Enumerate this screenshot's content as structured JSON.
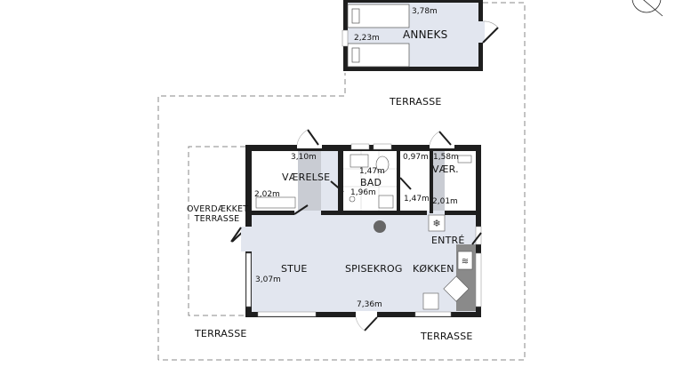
{
  "colors": {
    "wall": "#1e1e1e",
    "floor": "#e2e6ef",
    "hall": "#c9ccd3",
    "dashed": "#888888"
  },
  "icons": [
    "compass-icon",
    "freezer-icon",
    "sink-icon",
    "stove-icon",
    "dishwasher-icon",
    "toilet-icon",
    "bed-icon",
    "drain-icon"
  ],
  "annex": {
    "label": "ANNEKS",
    "dim_length": "3,78m",
    "dim_width": "2,23m"
  },
  "terraces": {
    "top": "TERRASSE",
    "bottom_left": "TERRASSE",
    "bottom_right": "TERRASSE",
    "covered": "OVERDÆKKET TERRASSE"
  },
  "rooms": {
    "vaerelse": {
      "label": "VÆRELSE",
      "dim_a": "3,10m",
      "dim_b": "2,02m"
    },
    "bad": {
      "label": "BAD",
      "dim_a": "1,47m",
      "dim_b": "1,96m"
    },
    "hall": {
      "dim_a": "0,97m",
      "dim_b": "1,47m"
    },
    "vaer": {
      "label": "VÆR.",
      "dim_a": "1,58m",
      "dim_b": "2,01m"
    },
    "entre": {
      "label": "ENTRÉ"
    },
    "stue": {
      "label": "STUE",
      "dim": "3,07m"
    },
    "spisekrog": {
      "label": "SPISEKROG",
      "dim": "7,36m"
    },
    "kokken": {
      "label": "KØKKEN"
    }
  }
}
